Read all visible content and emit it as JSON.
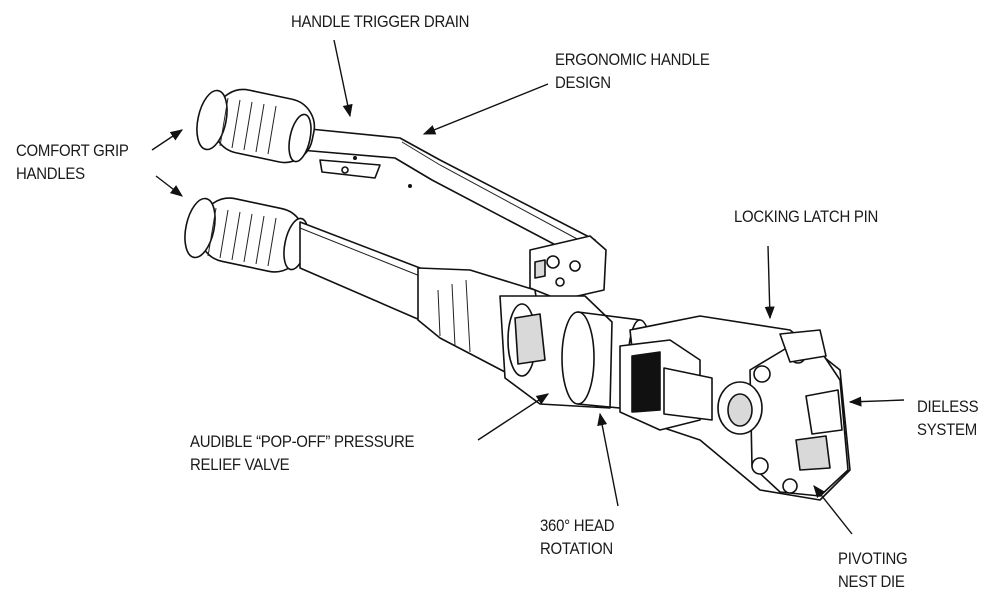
{
  "callouts": {
    "handle_trigger_drain": "HANDLE TRIGGER DRAIN",
    "ergonomic_handle": [
      "ERGONOMIC HANDLE",
      "DESIGN"
    ],
    "comfort_grip": [
      "COMFORT GRIP",
      "HANDLES"
    ],
    "locking_latch_pin": "LOCKING LATCH PIN",
    "dieless_system": [
      "DIELESS",
      "SYSTEM"
    ],
    "pressure_relief": [
      "AUDIBLE “POP-OFF” PRESSURE",
      "RELIEF VALVE"
    ],
    "head_rotation": [
      "360° HEAD",
      "ROTATION"
    ],
    "pivoting_nest_die": [
      "PIVOTING",
      "NEST DIE"
    ]
  },
  "icons": [
    "arrow-icon",
    "hydraulic-crimping-tool-drawing"
  ]
}
